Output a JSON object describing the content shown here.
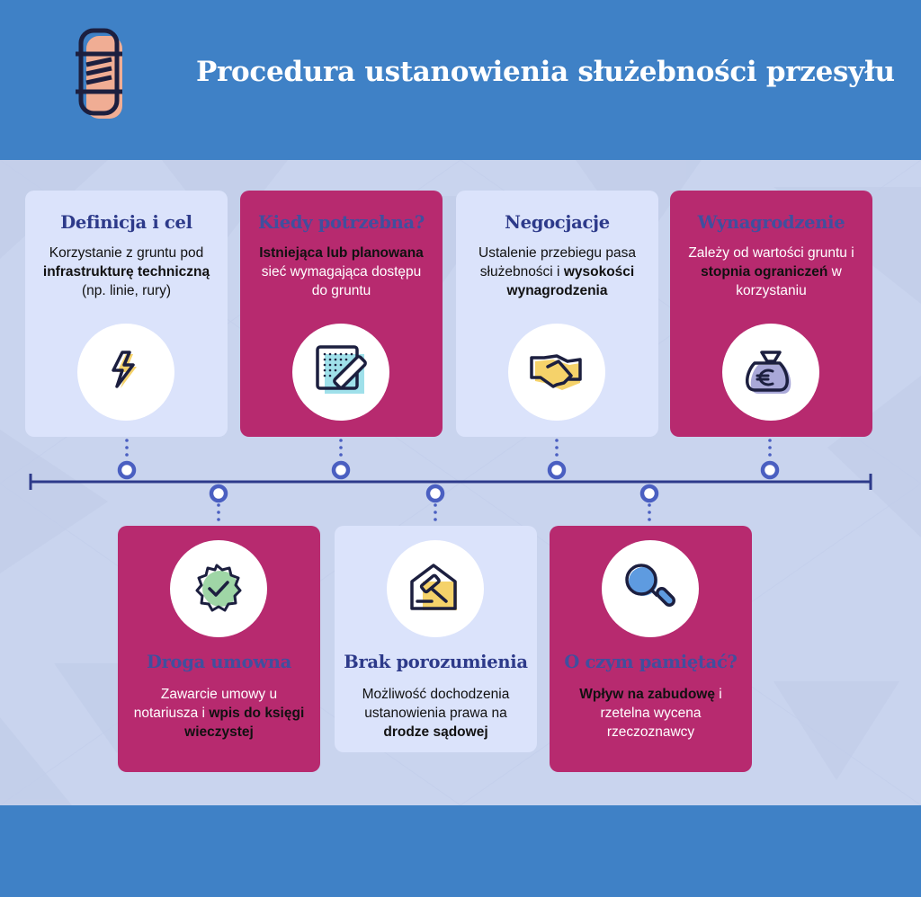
{
  "header": {
    "title": "Procedura ustanowienia służebności przesyłu"
  },
  "colors": {
    "header_blue": "#3f81c6",
    "card_light": "#dbe3fb",
    "card_magenta": "#b72a6f",
    "timeline_navy": "#2d3a8a",
    "node_blue": "#4a5fc1"
  },
  "steps_top": [
    {
      "title": "Definicja i cel",
      "text_parts": [
        "Korzystanie z gruntu pod ",
        "infrastrukturę techniczną",
        " (np. linie, rury)"
      ],
      "icon": "lightning-icon"
    },
    {
      "title": "Kiedy potrzebna?",
      "text_parts": [
        "Istniejąca lub planowana",
        " sieć wymagająca dostępu do gruntu"
      ],
      "icon": "blueprint-icon"
    },
    {
      "title": "Negocjacje",
      "text_parts": [
        "Ustalenie przebiegu pasa służebności i ",
        "wysokości wynagrodzenia"
      ],
      "icon": "handshake-icon"
    },
    {
      "title": "Wynagrodzenie",
      "text_parts": [
        "Zależy od wartości gruntu i ",
        "stopnia ograniczeń",
        " w korzystaniu"
      ],
      "icon": "money-bag-euro-icon"
    }
  ],
  "steps_bottom": [
    {
      "title": "Droga umowna",
      "text_parts": [
        "Zawarcie umowy u notariusza i ",
        "wpis do księgi wieczystej"
      ],
      "icon": "verified-badge-icon"
    },
    {
      "title": "Brak porozumienia",
      "text_parts": [
        "Możliwość dochodzenia ustanowienia prawa na ",
        "drodze sądowej"
      ],
      "icon": "gavel-house-icon"
    },
    {
      "title": "O czym pamiętać?",
      "text_parts": [
        "Wpływ na zabudowę",
        " i rzetelna wycena rzeczoznawcy"
      ],
      "icon": "magnifier-icon"
    }
  ]
}
